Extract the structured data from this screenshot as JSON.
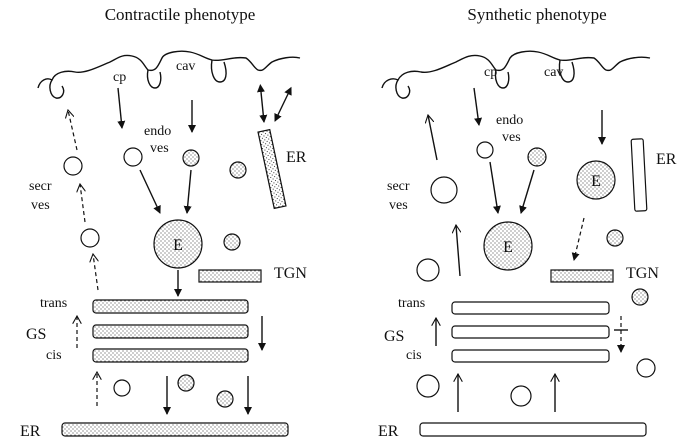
{
  "panels": {
    "left": {
      "title": "Contractile phenotype",
      "labels": {
        "cp": "cp",
        "cav": "cav",
        "endo": "endo",
        "ves": "ves",
        "er_top": "ER",
        "secr": "secr",
        "secr_ves": "ves",
        "e": "E",
        "tgn": "TGN",
        "trans": "trans",
        "gs": "GS",
        "cis": "cis",
        "er_bottom": "ER"
      }
    },
    "right": {
      "title": "Synthetic phenotype",
      "labels": {
        "cp": "cp",
        "cav": "cav",
        "endo": "endo",
        "ves": "ves",
        "er_top": "ER",
        "secr": "secr",
        "secr_ves": "ves",
        "e_small": "E",
        "e": "E",
        "tgn": "TGN",
        "trans": "trans",
        "gs": "GS",
        "cis": "cis",
        "er_bottom": "ER"
      }
    }
  },
  "colors": {
    "ink": "#111111",
    "background": "#ffffff"
  }
}
